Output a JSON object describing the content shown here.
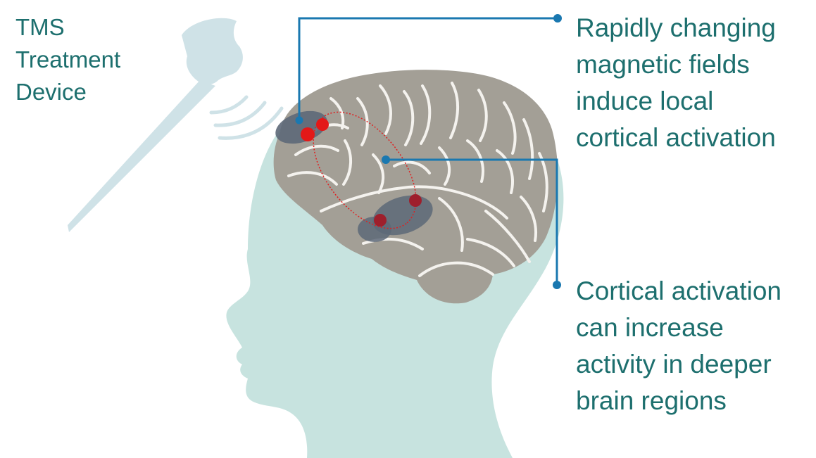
{
  "labels": {
    "device": [
      "TMS",
      "Treatment",
      "Device"
    ],
    "fields": [
      "Rapidly changing",
      "magnetic fields",
      "induce local",
      "cortical activation"
    ],
    "activation": [
      "Cortical activation",
      "can increase",
      "activity in deeper",
      "brain regions"
    ]
  },
  "colors": {
    "text": "#1d6f6e",
    "callout_line": "#1a78b0",
    "head": "#c7e3df",
    "device": "#cfe2e7",
    "brain": "#a39f96",
    "brain_folds": "#f4f2ee",
    "active_region": "#5d6878",
    "activation_dot": "#e02020"
  },
  "icons": {
    "head": "head-silhouette-icon",
    "device": "tms-coil-icon",
    "brain": "brain-icon"
  }
}
